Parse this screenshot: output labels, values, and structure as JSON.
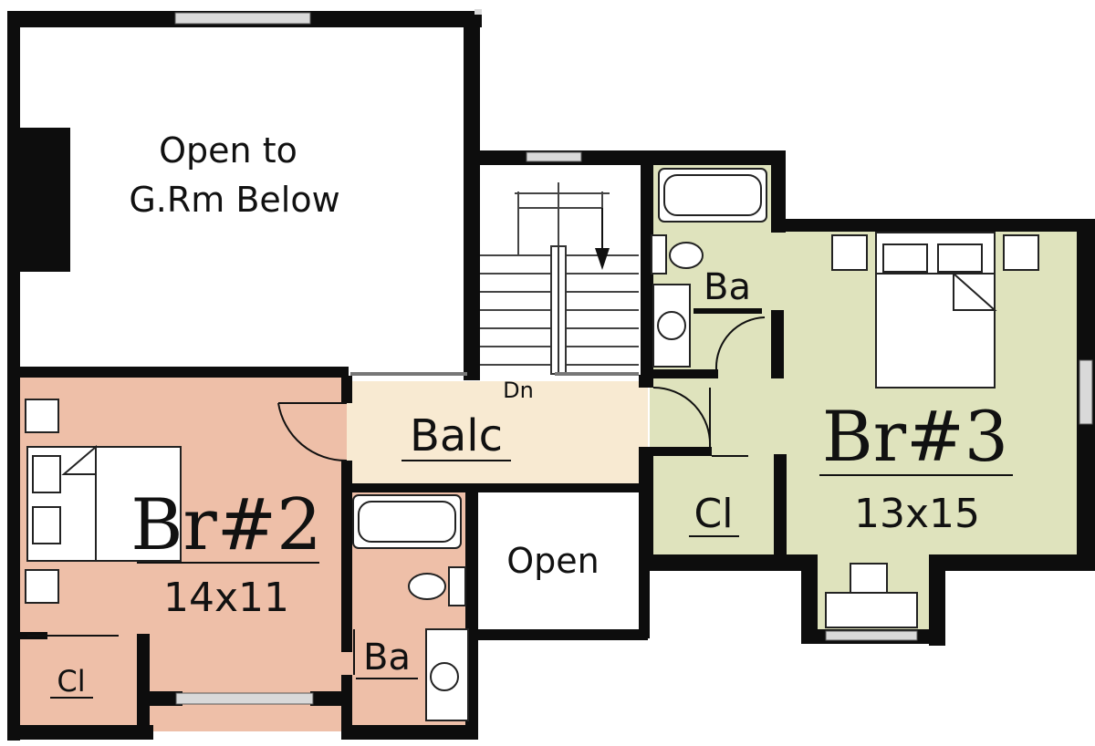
{
  "plan": {
    "colors": {
      "bedroom2": "#eebfa8",
      "bedroom3": "#dfe3bd",
      "balcony": "#f8ead2",
      "open_area": "#ffffff",
      "wall": "#0d0d0d",
      "window": "#d9d9d9"
    },
    "labels": {
      "open_to_below_line1": "Open to",
      "open_to_below_line2": "G.Rm Below",
      "stair_direction": "Dn",
      "balcony": "Balc",
      "bedroom2_name": "Br#2",
      "bedroom2_size": "14x11",
      "bedroom2_closet": "Cl",
      "bath2": "Ba",
      "open": "Open",
      "bath_upper": "Ba",
      "bedroom3_closet": "Cl",
      "bedroom3_name": "Br#3",
      "bedroom3_size": "13x15"
    }
  }
}
